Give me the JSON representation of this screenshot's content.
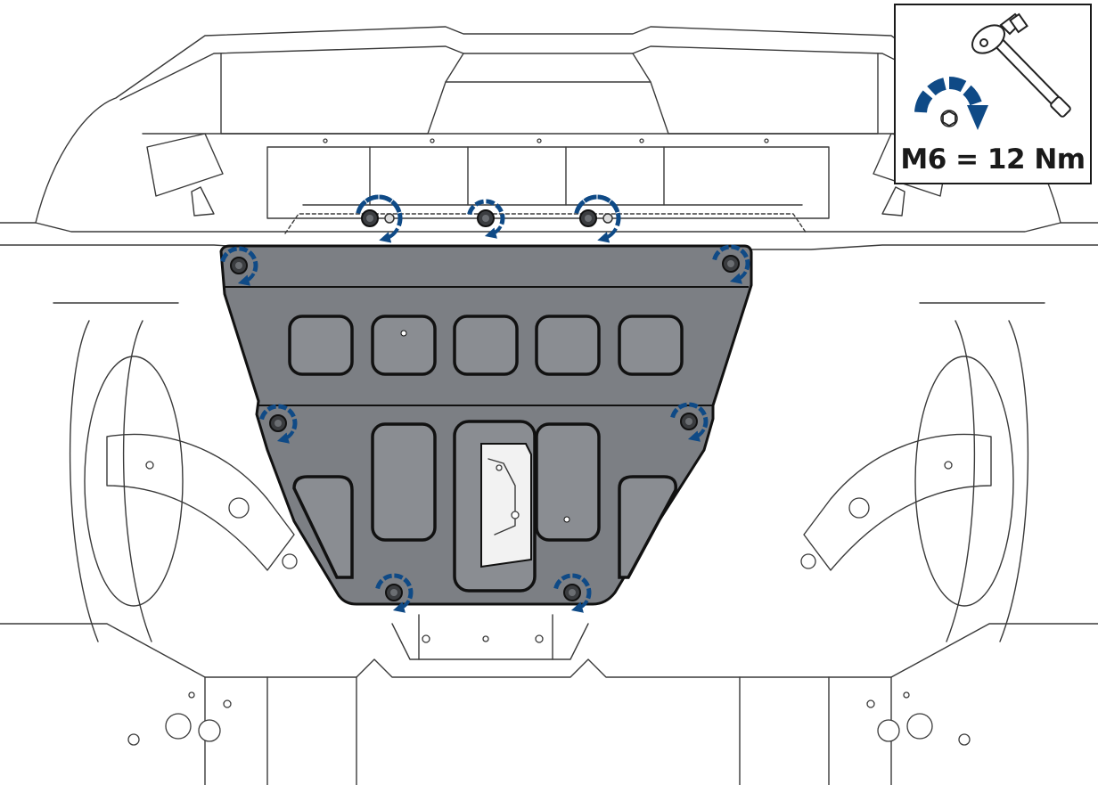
{
  "torque_spec": {
    "label": "M6 = 12 Nm",
    "tool_icon": "socket-wrench-icon",
    "direction_icon": "clockwise-tighten-arrow-icon"
  },
  "colors": {
    "arrow": "#0f4a86",
    "plate": "#7c7f84",
    "line": "#3a3a3a"
  },
  "fasteners": [
    {
      "name": "bolt-top-left-a"
    },
    {
      "name": "bolt-top-center"
    },
    {
      "name": "bolt-top-right-a"
    },
    {
      "name": "bolt-upper-left"
    },
    {
      "name": "bolt-upper-right"
    },
    {
      "name": "bolt-mid-left"
    },
    {
      "name": "bolt-mid-right"
    },
    {
      "name": "bolt-bottom-left"
    },
    {
      "name": "bolt-bottom-right"
    }
  ]
}
